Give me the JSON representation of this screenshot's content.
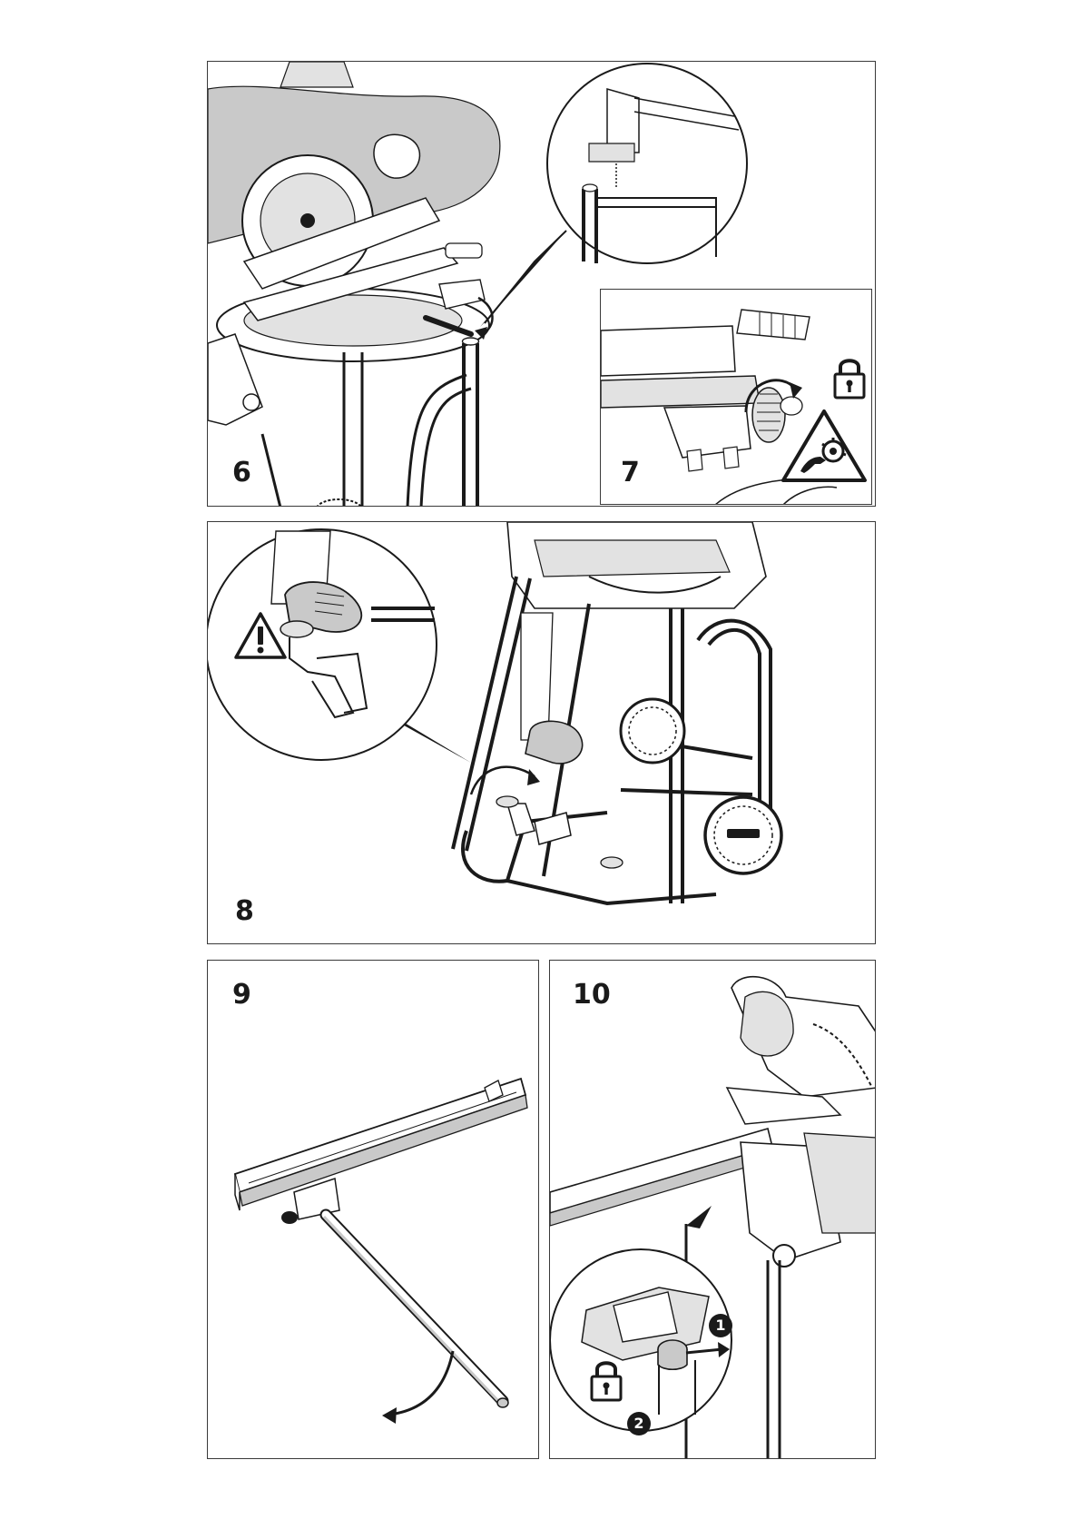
{
  "figures": [
    {
      "number": "6"
    },
    {
      "number": "7"
    },
    {
      "number": "8"
    },
    {
      "number": "9"
    },
    {
      "number": "10"
    }
  ],
  "steps": [
    {
      "number": "1"
    },
    {
      "number": "2"
    }
  ],
  "icons": {
    "lock": "lock-icon",
    "warning": "warning-triangle-icon",
    "hand_hazard": "hand-entanglement-hazard-icon"
  },
  "colors": {
    "line": "#1a1a1a",
    "shade": "#c9c9c9",
    "shade_light": "#e2e2e2"
  }
}
